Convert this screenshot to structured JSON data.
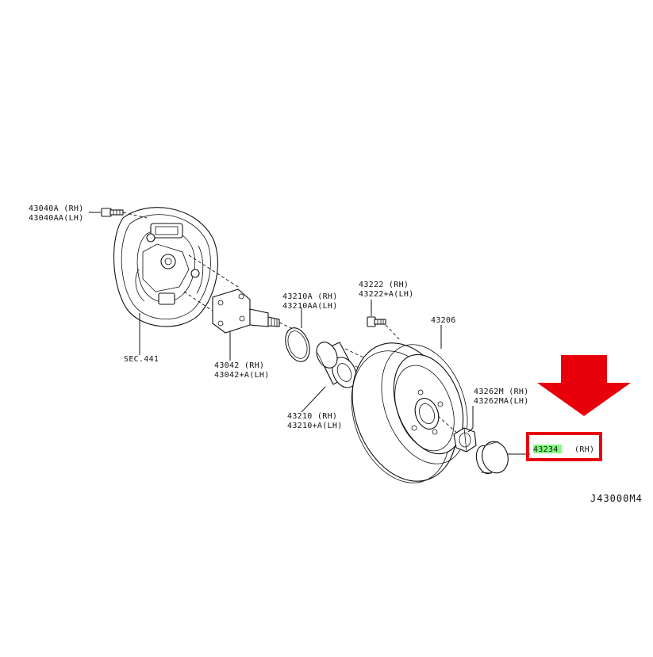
{
  "labels": {
    "bolt_a": "43040A (RH)",
    "bolt_b": "43040AA(LH)",
    "sec": "SEC.441",
    "snap_a": "43210A (RH)",
    "snap_b": "43210AA(LH)",
    "hub_a": "43042 (RH)",
    "hub_b": "43042+A(LH)",
    "stud_a": "43222 (RH)",
    "stud_b": "43222+A(LH)",
    "drum": "43206",
    "bearing_a": "43210 (RH)",
    "bearing_b": "43210+A(LH)",
    "nut_a": "43262M (RH)",
    "nut_b": "43262MA(LH)",
    "cap_part": "43234",
    "cap_side": "(RH)",
    "diagram_id": "J43000M4"
  },
  "colors": {
    "highlight_box": "#e8000b",
    "arrow": "#e8000b",
    "part_number_highlight": "#7fff7f"
  },
  "icons": {
    "pointer": "down-arrow-icon"
  }
}
